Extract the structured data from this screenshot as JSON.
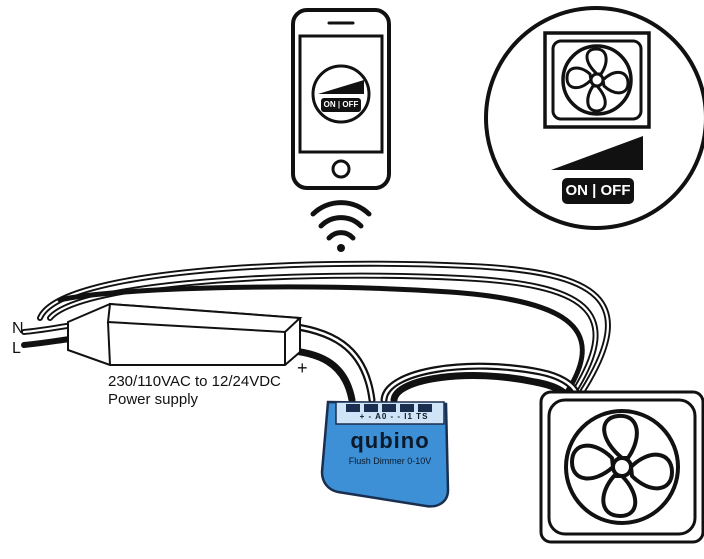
{
  "labels": {
    "neutral": "N",
    "live": "L",
    "minus": "-",
    "plus": "+",
    "power_supply_voltage": "230/110VAC to 12/24VDC",
    "power_supply_name": "Power supply"
  },
  "phone": {
    "toggle_text": "ON | OFF"
  },
  "callout": {
    "toggle_text": "ON | OFF"
  },
  "device": {
    "terminals": "+ - A0 - - I1 TS",
    "brand": "qubino",
    "model": "Flush Dimmer 0-10V",
    "color": "#3d8fd6"
  }
}
